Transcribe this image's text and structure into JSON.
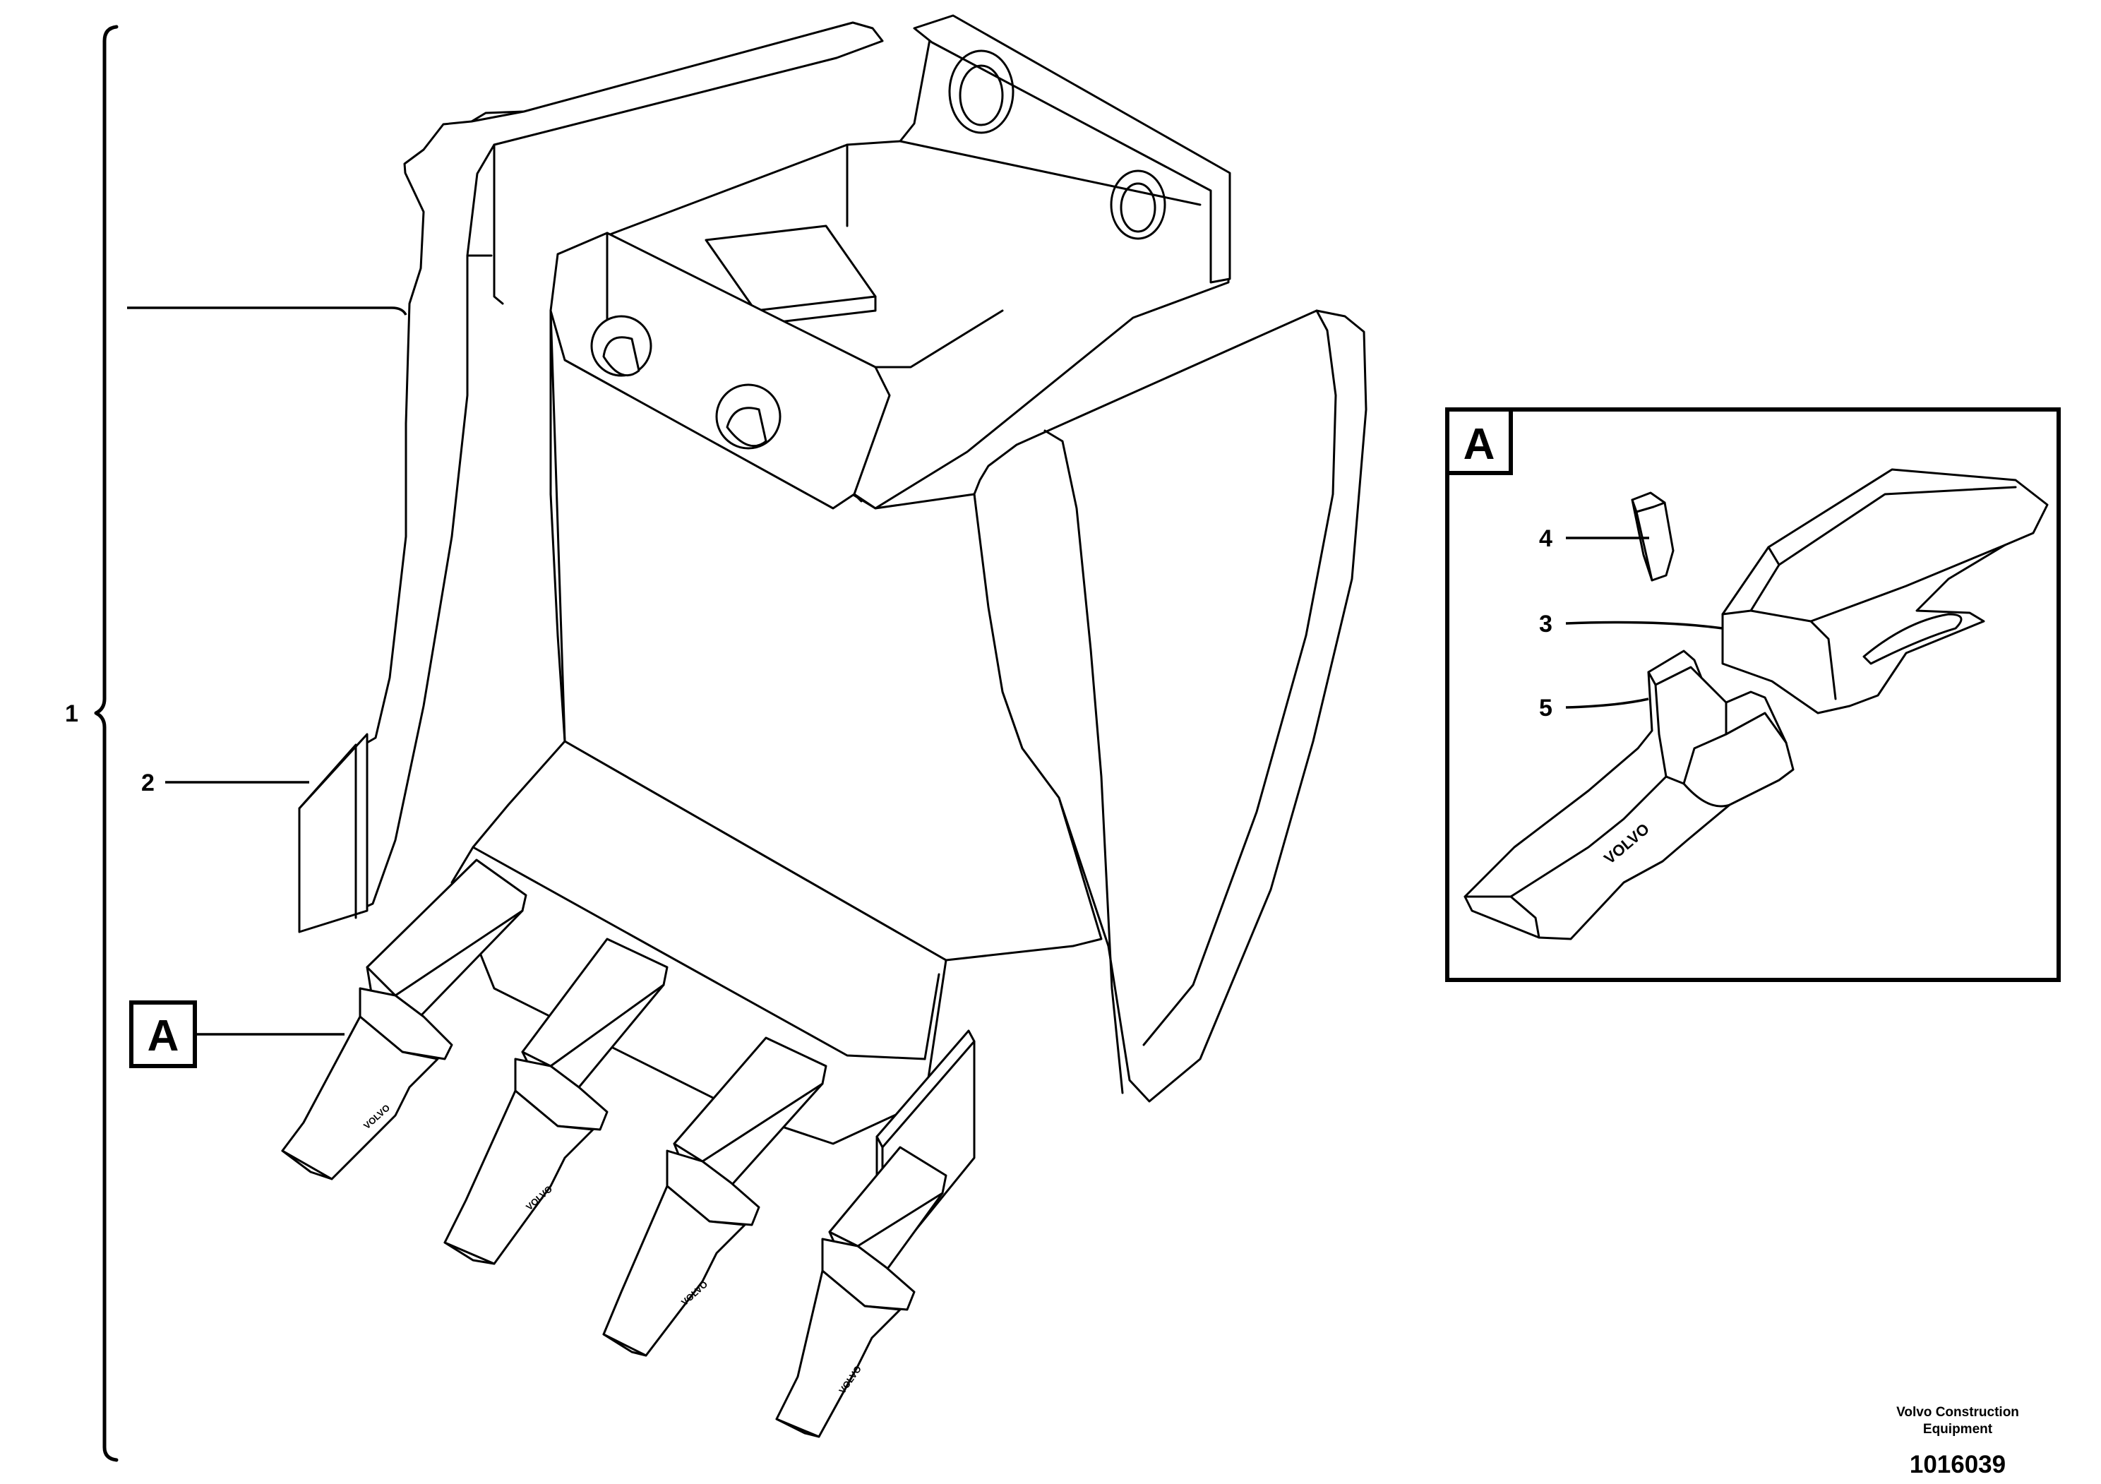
{
  "callouts": {
    "item1": "1",
    "item2": "2",
    "item3": "3",
    "item4": "4",
    "item5": "5",
    "view_ref": "A",
    "detail_label": "A"
  },
  "tooth_marking": "VOLVO",
  "footer": {
    "company_line1": "Volvo Construction",
    "company_line2": "Equipment",
    "drawing_number": "1016039"
  }
}
